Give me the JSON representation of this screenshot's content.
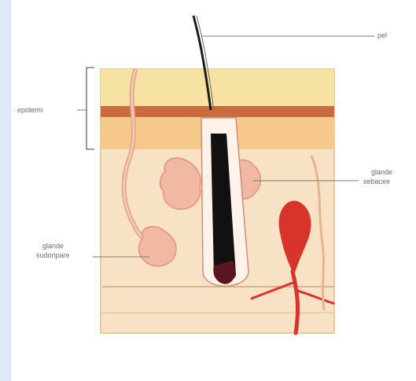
{
  "labels": {
    "hair": "pel",
    "epidermis": "epiderm",
    "sebaceous_gland_line1": "glande",
    "sebaceous_gland_line2": "sebacee",
    "sweat_gland_line1": "glande",
    "sweat_gland_line2": "sudoripare"
  },
  "colors": {
    "background": "#ffffff",
    "left_strip": "#dfe8f6",
    "skin_layer_top": "#f6e3a3",
    "skin_layer_band": "#c96a3f",
    "skin_layer_mid": "#f5c98a",
    "dermis": "#f7e2c6",
    "gland_pink": "#f1b9a2",
    "blood_red": "#d7342b",
    "hair_black": "#101010",
    "leader_line": "#7a7a7a"
  }
}
